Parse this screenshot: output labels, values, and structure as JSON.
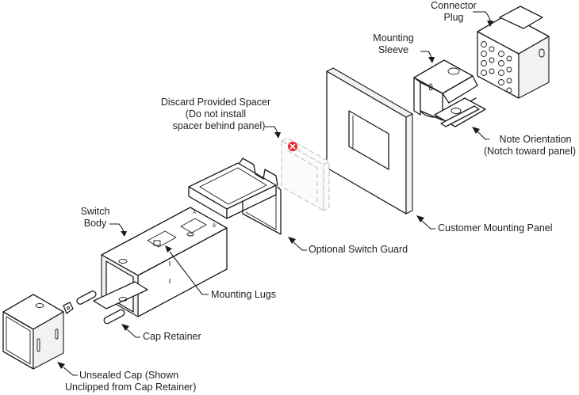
{
  "diagram": {
    "title": "Exploded assembly view of panel-mount switch",
    "components": [
      {
        "id": "connector-plug",
        "label_lines": [
          "Connector",
          "Plug"
        ]
      },
      {
        "id": "mounting-sleeve",
        "label_lines": [
          "Mounting",
          "Sleeve"
        ]
      },
      {
        "id": "discard-spacer",
        "label_lines": [
          "Discard Provided Spacer",
          "(Do not install",
          "spacer behind panel)"
        ]
      },
      {
        "id": "note-orientation",
        "label_lines": [
          "Note Orientation",
          "(Notch toward panel)"
        ]
      },
      {
        "id": "switch-body",
        "label_lines": [
          "Switch",
          "Body"
        ]
      },
      {
        "id": "customer-mounting-panel",
        "label_lines": [
          "Customer Mounting Panel"
        ]
      },
      {
        "id": "optional-switch-guard",
        "label_lines": [
          "Optional Switch Guard"
        ]
      },
      {
        "id": "mounting-lugs",
        "label_lines": [
          "Mounting Lugs"
        ]
      },
      {
        "id": "cap-retainer",
        "label_lines": [
          "Cap Retainer"
        ]
      },
      {
        "id": "unsealed-cap",
        "label_lines": [
          "Unsealed Cap (Shown",
          "Unclipped from Cap Retainer)"
        ]
      }
    ],
    "warning_marker": {
      "icon": "red-x-circle-icon",
      "glyph": "x",
      "color": "#e8262d"
    },
    "body_markings": [
      "A",
      "B"
    ]
  }
}
